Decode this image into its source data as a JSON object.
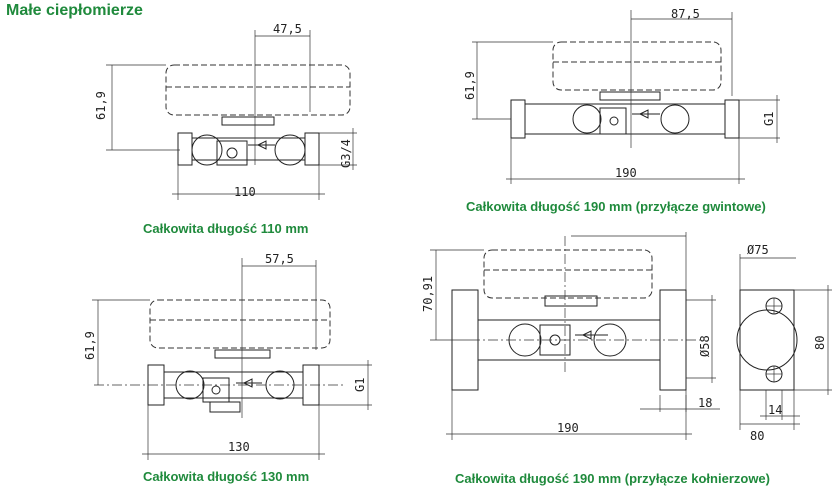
{
  "heading": "Małe ciepłomierze",
  "captions": {
    "m110": "Całkowita długość 110 mm",
    "m190_thread": "Całkowita długość 190 mm (przyłącze gwintowe)",
    "m130": "Całkowita długość 130 mm",
    "m190_flange": "Całkowita długość 190 mm (przyłącze kołnierzowe)"
  },
  "dims": {
    "d110": {
      "top": "47,5",
      "height": "61,9",
      "thread": "G3/4",
      "length": "110"
    },
    "d190t": {
      "top": "87,5",
      "height": "61,9",
      "thread": "G1",
      "length": "190"
    },
    "d130": {
      "top": "57,5",
      "height": "61,9",
      "thread": "G1",
      "length": "130"
    },
    "d190f": {
      "height": "70,91",
      "dia": "Ø58",
      "flange": "18",
      "length": "190",
      "flange_dia": "Ø75",
      "flange_h": "80",
      "hole": "14",
      "flange_w": "80"
    }
  }
}
